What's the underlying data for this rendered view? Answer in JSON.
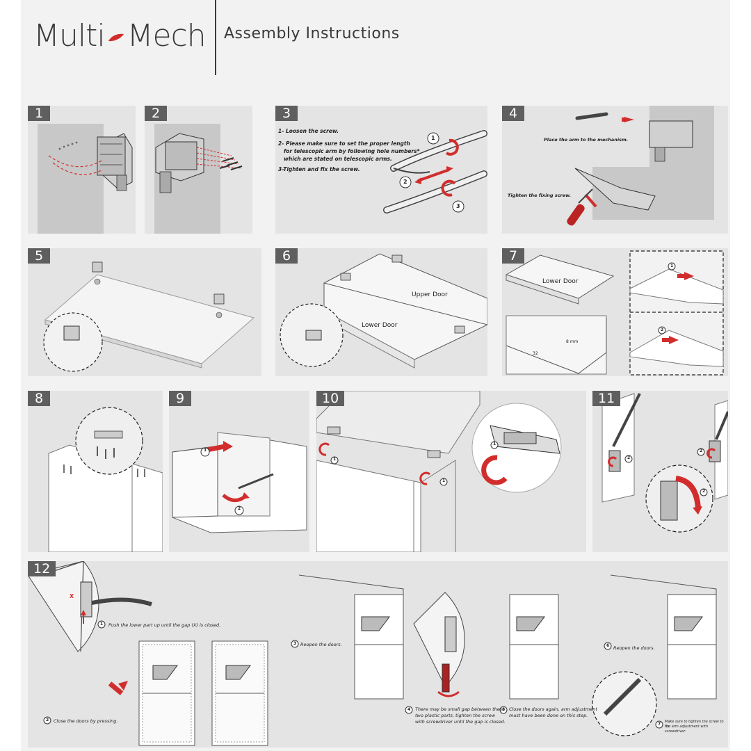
{
  "header": {
    "brand_left": "Multi",
    "brand_right": "Mech",
    "subtitle": "Assembly Instructions"
  },
  "colors": {
    "accent": "#d22d2d",
    "panel": "#e4e4e4",
    "number_badge": "#5f5f5f",
    "ink": "#3a3a3a"
  },
  "steps": {
    "s1": "1",
    "s2": "2",
    "s3": "3",
    "s4": "4",
    "s5": "5",
    "s6": "6",
    "s7": "7",
    "s8": "8",
    "s9": "9",
    "s10": "10",
    "s11": "11",
    "s12": "12"
  },
  "step3": {
    "line1": "1- Loosen the screw.",
    "line2a": "2- Please make sure to set the proper length",
    "line2b": "for telescopic arm by following hole numbers*",
    "line2c": "which are stated on telescopic arms.",
    "line3": "3-Tighten and fix the screw.",
    "c1": "1",
    "c2": "2",
    "c3": "3"
  },
  "step4": {
    "place": "Place the arm to the mechanism.",
    "tighten": "Tighten the fixing screw."
  },
  "step6": {
    "upper": "Upper Door",
    "lower": "Lower Door"
  },
  "step7": {
    "lower": "Lower Door",
    "dim_a": "32",
    "dim_b": "8 mm",
    "c1": "1",
    "c2": "2"
  },
  "step9": {
    "c1": "1",
    "c2": "2"
  },
  "step10": {
    "c1a": "1",
    "c1b": "1",
    "c1c": "1"
  },
  "step11": {
    "c2a": "2",
    "c2b": "2",
    "c2c": "2"
  },
  "step12": {
    "x_label": "X",
    "n1": "1",
    "t1": "Push the lower part up until the gap (X) is closed.",
    "n2": "2",
    "t2": "Close the doors by pressing.",
    "n3": "3",
    "t3": "Reopen the doors.",
    "n4": "4",
    "t4a": "There may be small gap between these",
    "t4b": "two plastic parts, tighten the screw",
    "t4c": "with screwdriver until the gap is closed.",
    "n5": "5",
    "t5a": "Close the doors again, arm adjustment",
    "t5b": "must have been done on this step.",
    "n6": "6",
    "t6": "Reopen the doors.",
    "n7": "7",
    "t7a": "Make sure to tighten the screw to fix",
    "t7b": "the arm adjustment with screwdriver."
  }
}
